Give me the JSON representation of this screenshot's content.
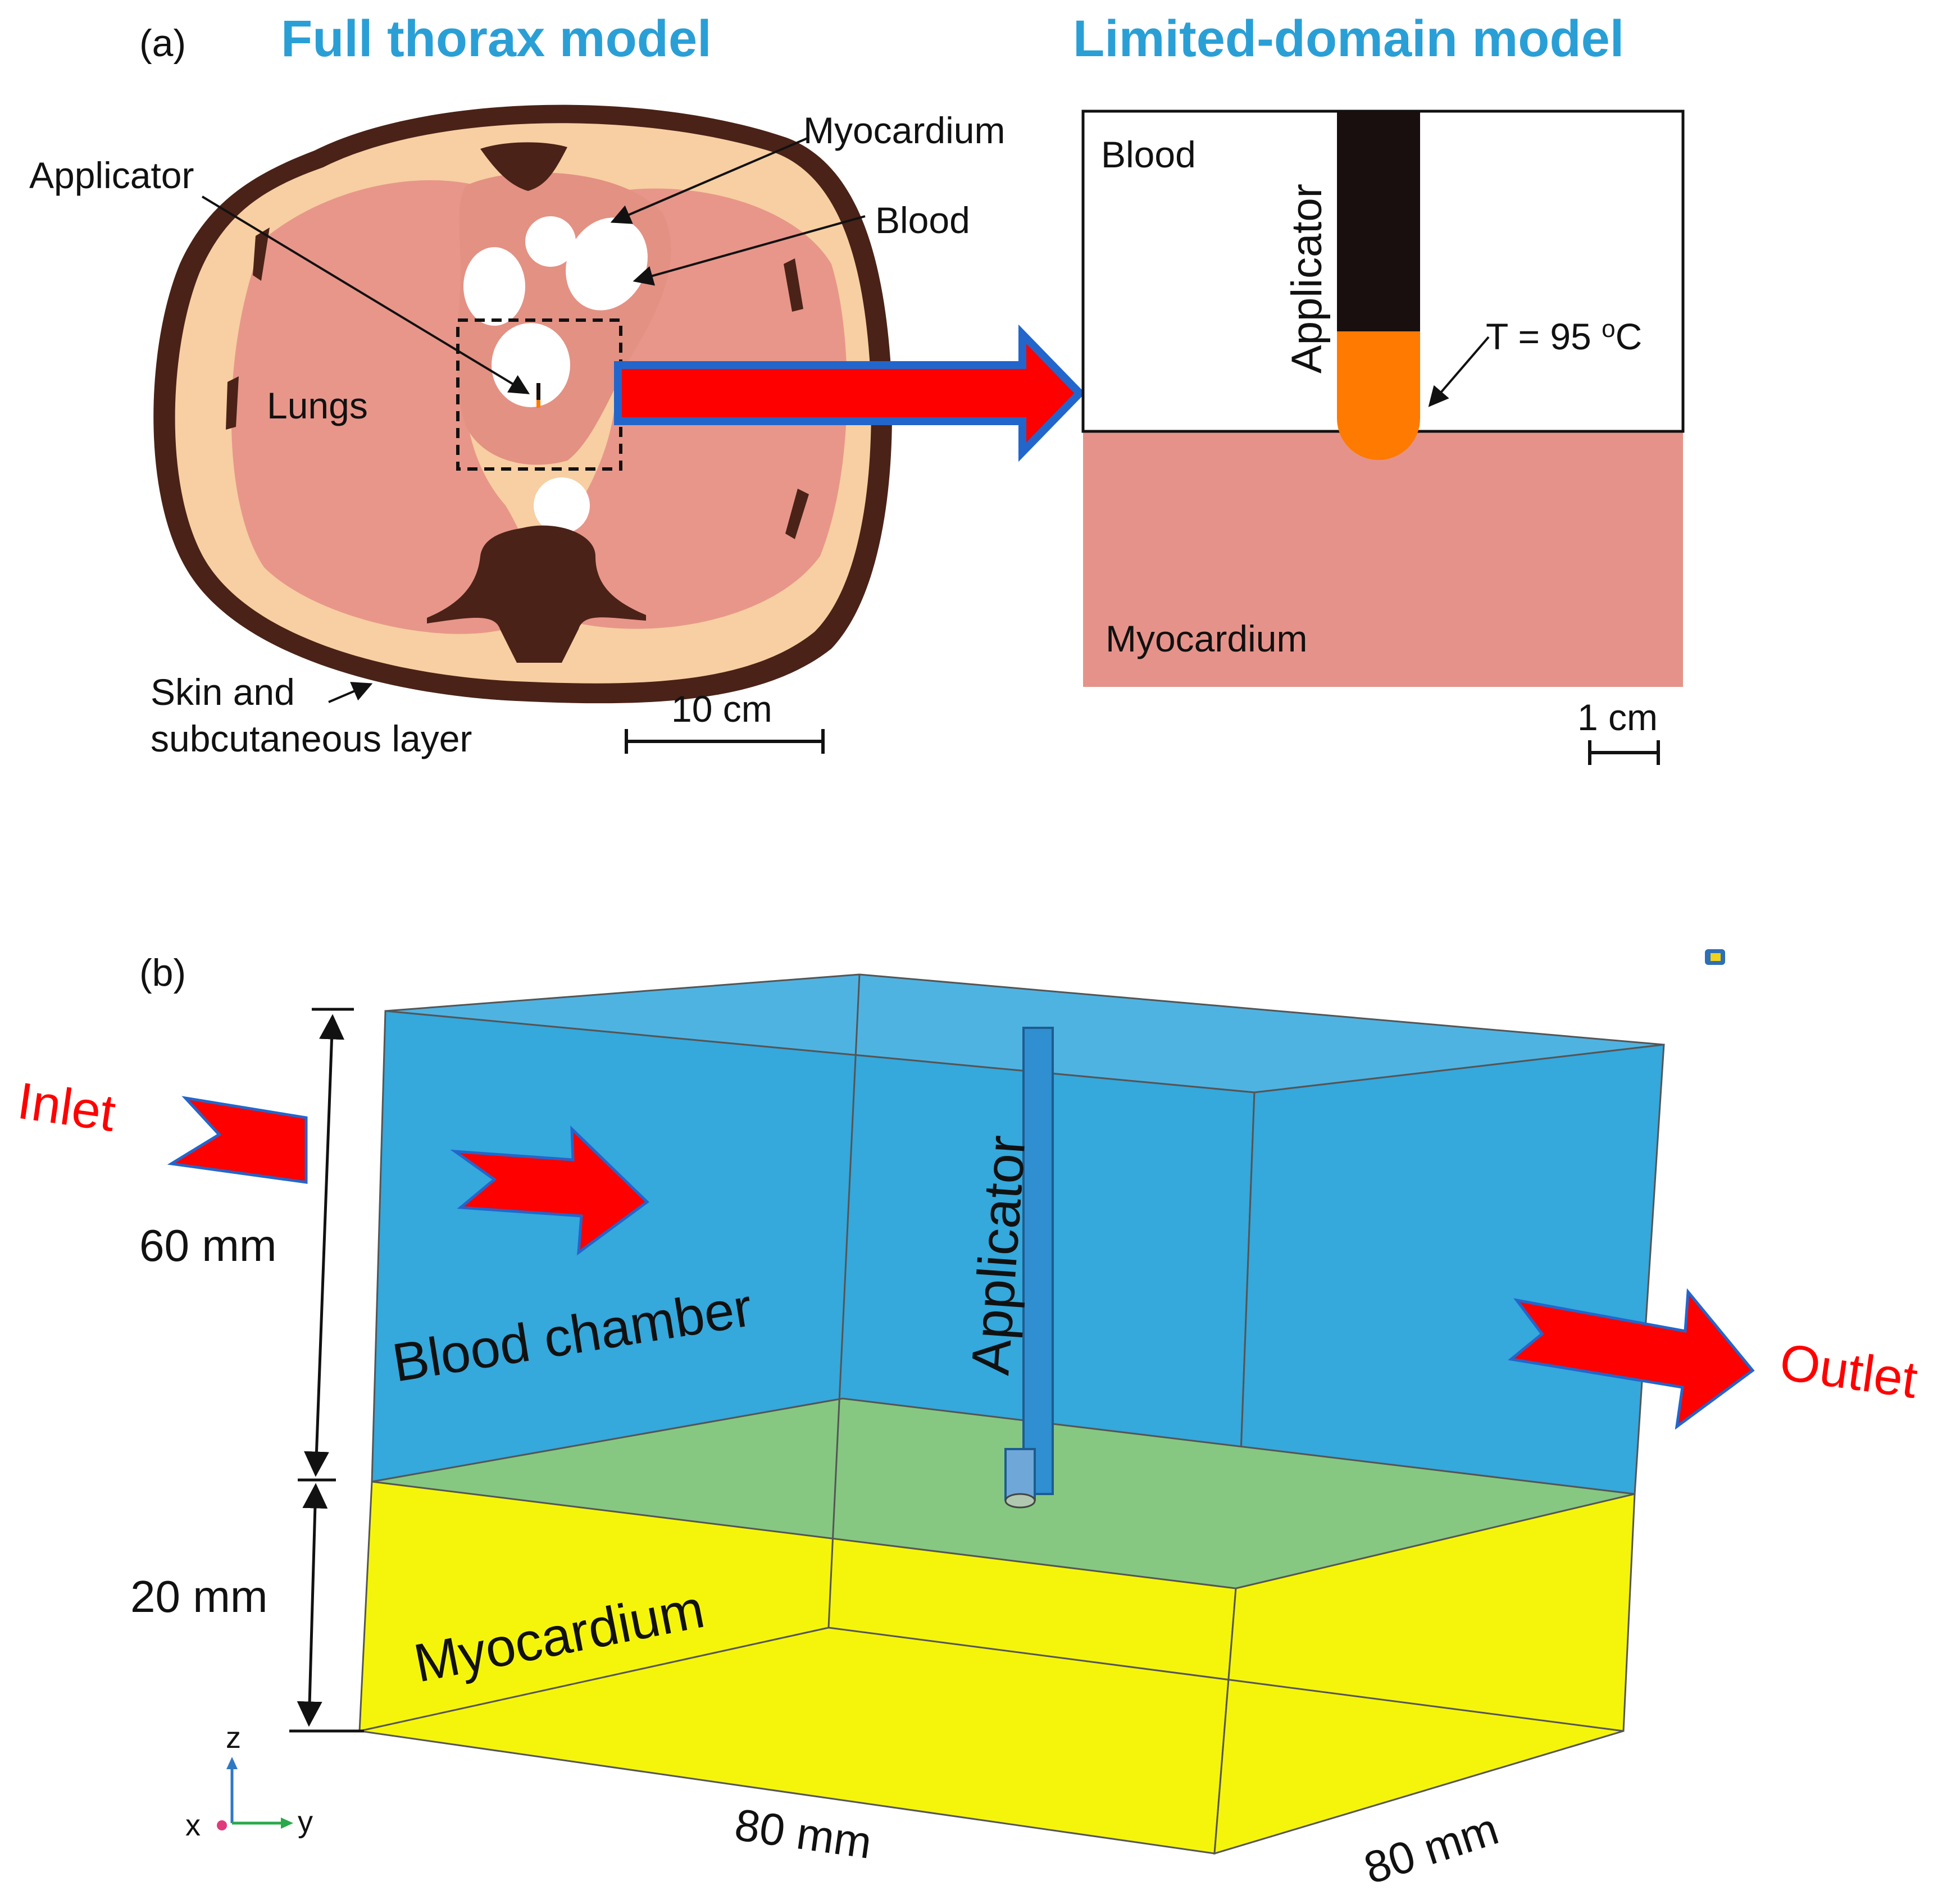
{
  "panel_a": {
    "label": "(a)",
    "left_title": "Full thorax model",
    "right_title": "Limited-domain model",
    "thorax": {
      "applicator": "Applicator",
      "myocardium": "Myocardium",
      "blood": "Blood",
      "lungs": "Lungs",
      "skin_line1": "Skin and",
      "skin_line2": "subcutaneous layer",
      "scale_label": "10 cm"
    },
    "domain": {
      "blood": "Blood",
      "applicator": "Applicator",
      "temperature_prefix": "T = 95 ",
      "temperature_sup": "o",
      "temperature_unit": "C",
      "myocardium": "Myocardium",
      "scale_label": "1 cm"
    }
  },
  "panel_b": {
    "label": "(b)",
    "inlet": "Inlet",
    "outlet": "Outlet",
    "height_blood": "60 mm",
    "height_myocardium": "20 mm",
    "blood_chamber": "Blood chamber",
    "applicator": "Applicator",
    "myocardium": "Myocardium",
    "width_front": "80 mm",
    "width_side": "80 mm",
    "axis_z": "z",
    "axis_x": "x",
    "axis_y": "y"
  },
  "colors": {
    "title_blue": "#2a9fd6",
    "skin_dark": "#4a2218",
    "subcutaneous": "#f7cfa2",
    "lung_tissue": "#e8968a",
    "heart_tissue": "#e39183",
    "myocardium_2d": "#e5938a",
    "applicator_body": "#1a0f0f",
    "applicator_tip": "#ff7a00",
    "arrow_red": "#ff0000",
    "arrow_outline": "#2266cc",
    "blood_chamber": "#35a8dc",
    "interface_green": "#86c882",
    "myocardium_3d": "#f5f50c"
  }
}
